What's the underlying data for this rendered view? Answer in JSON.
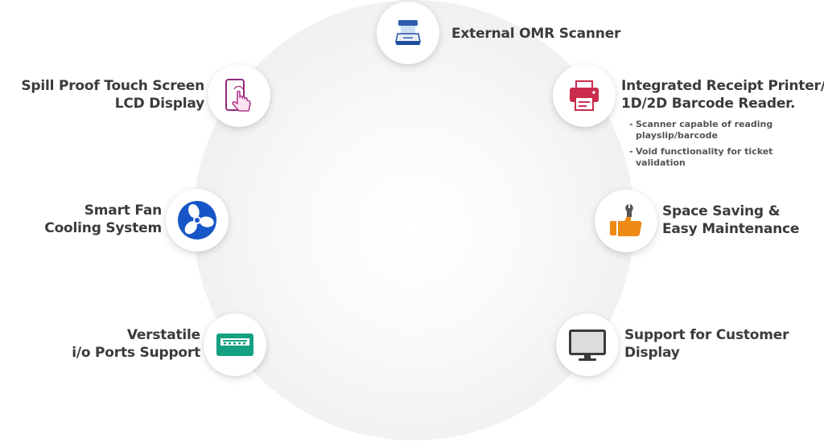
{
  "features": {
    "omr": {
      "lines": [
        "External OMR Scanner"
      ],
      "icon": "scanner-icon",
      "color": "#1e4e9c"
    },
    "printer": {
      "lines": [
        "Integrated Receipt Printer/",
        "1D/2D Barcode Reader."
      ],
      "icon": "printer-icon",
      "color": "#c92c4d"
    },
    "touch": {
      "lines": [
        "Spill Proof Touch Screen",
        "LCD Display"
      ],
      "icon": "touch-screen-icon",
      "color": "#8e2a7a"
    },
    "fan": {
      "lines": [
        "Smart Fan",
        "Cooling System"
      ],
      "icon": "fan-icon",
      "color": "#1756c6"
    },
    "space": {
      "lines": [
        "Space Saving &",
        "Easy Maintenance"
      ],
      "icon": "thumbs-up-wrench-icon",
      "color": "#f08a17"
    },
    "ports": {
      "lines": [
        "Verstatile",
        "i/o Ports Support"
      ],
      "icon": "usb-port-icon",
      "color": "#14a081"
    },
    "display": {
      "lines": [
        "Support for Customer",
        "Display"
      ],
      "icon": "monitor-icon",
      "color": "#3a3a3a"
    }
  },
  "printer_notes": [
    {
      "bullet": "-",
      "text": "Scanner capable of reading playslip/barcode"
    },
    {
      "bullet": "-",
      "text": "Void functionality for ticket validation"
    }
  ]
}
